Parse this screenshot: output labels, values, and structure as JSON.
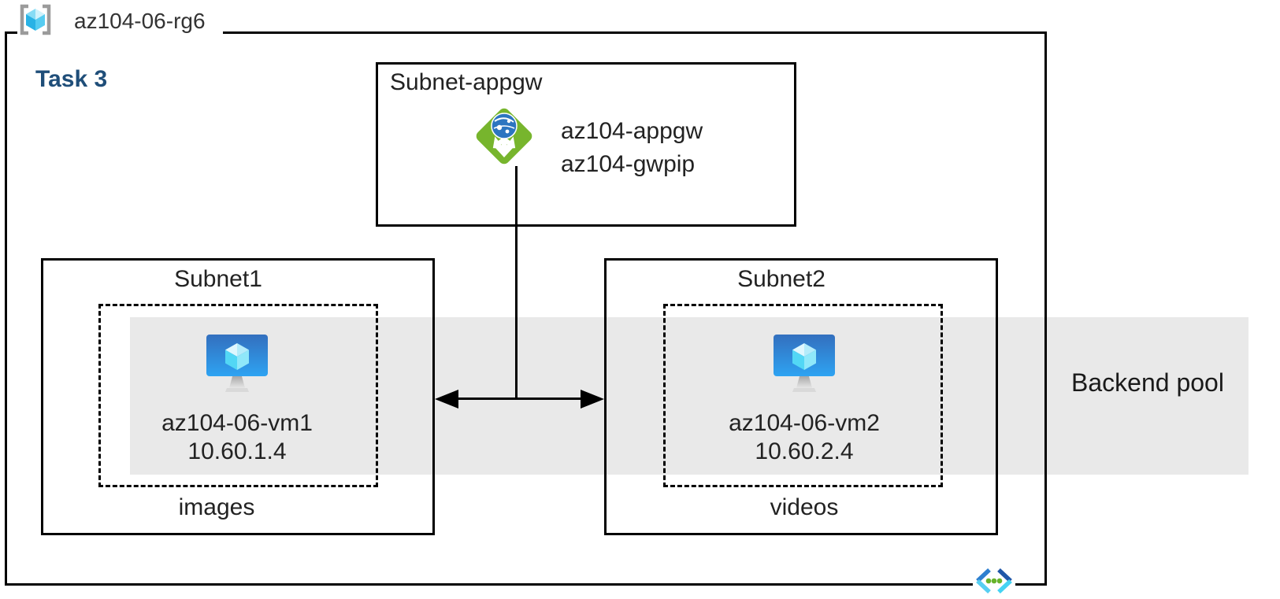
{
  "diagram": {
    "resource_group": {
      "name": "az104-06-rg6",
      "task": "Task 3"
    },
    "appgw_subnet": {
      "title": "Subnet-appgw",
      "gateway_name": "az104-appgw",
      "public_ip_name": "az104-gwpip"
    },
    "subnet1": {
      "title": "Subnet1",
      "vm_name": "az104-06-vm1",
      "vm_ip": "10.60.1.4",
      "label": "images"
    },
    "subnet2": {
      "title": "Subnet2",
      "vm_name": "az104-06-vm2",
      "vm_ip": "10.60.2.4",
      "label": "videos"
    },
    "backend_pool_label": "Backend pool",
    "icons": {
      "resource_group": "resource-group-icon",
      "application_gateway": "application-gateway-icon",
      "virtual_machine": "vm-icon",
      "virtual_network": "virtual-network-icon"
    },
    "colors": {
      "appgw_green": "#77b52d",
      "vm_screen_top": "#336fbe",
      "vm_screen_bottom": "#2ea3f2",
      "cube_cyan": "#52d7f5",
      "band_gray": "#e9e9e9",
      "task_blue": "#1f4e79",
      "line_black": "#000000",
      "vnet_blue": "#2e7fd0",
      "vnet_cyan": "#57cff2",
      "vnet_dot_green": "#68b32b"
    }
  }
}
